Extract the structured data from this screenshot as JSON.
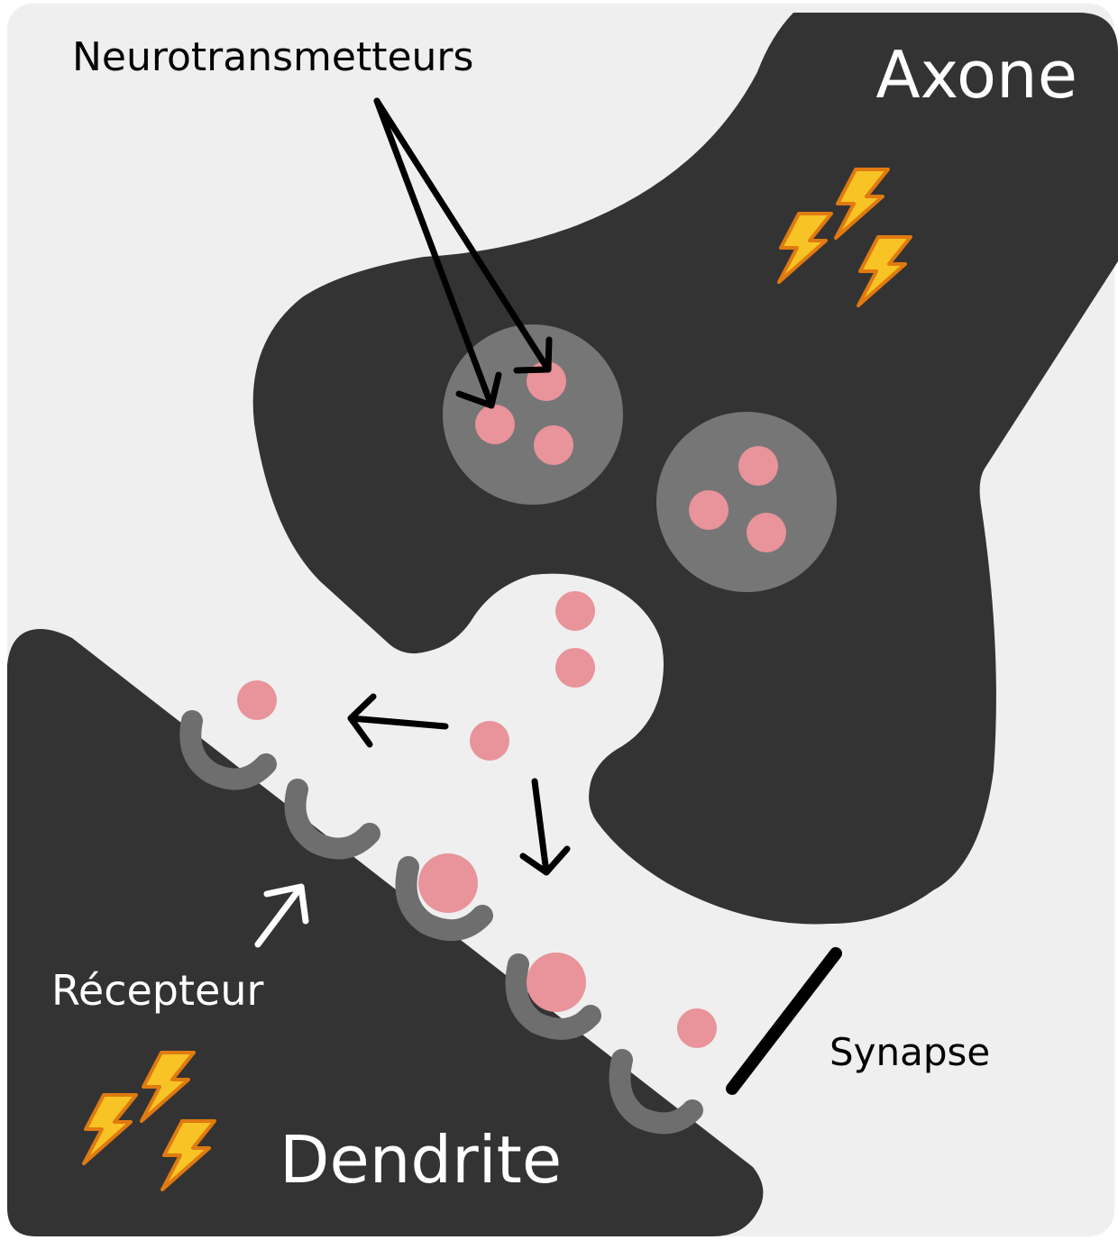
{
  "labels": {
    "neurotransmitters": "Neurotransmetteurs",
    "axon": "Axone",
    "receptor": "Récepteur",
    "synapse": "Synapse",
    "dendrite": "Dendrite"
  },
  "colors": {
    "background": "#efefef",
    "neuron": "#333333",
    "vesicle": "#767676",
    "receptor": "#6e6e6e",
    "neurotransmitter": "#e9939a",
    "lightning_fill": "#f7c325",
    "lightning_stroke": "#e07a10",
    "arrow_dark": "#000000",
    "text_light": "#ffffff",
    "text_dark": "#000000"
  },
  "icons": [
    "lightning-icon",
    "arrow-icon"
  ]
}
